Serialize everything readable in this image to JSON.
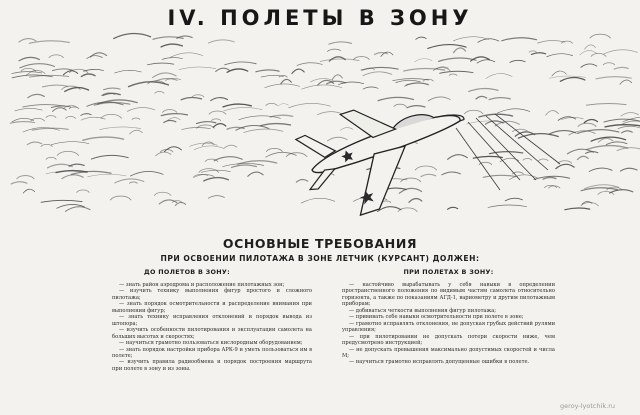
{
  "chapter": {
    "title": "IV. ПОЛЕТЫ В ЗОНУ"
  },
  "requirements": {
    "title": "ОСНОВНЫЕ ТРЕБОВАНИЯ",
    "subtitle": "ПРИ ОСВОЕНИИ ПИЛОТАЖА В ЗОНЕ ЛЕТЧИК (КУРСАНТ) ДОЛЖЕН:",
    "before": {
      "heading": "ДО ПОЛЕТОВ В ЗОНУ:",
      "items": [
        "— знать район аэродрома и расположение пилотажных зон;",
        "— изучить технику выполнения фигур простого и сложного пилотажа;",
        "— знать порядок осмотрительности и распределение внимания при выполнении фигур;",
        "— знать технику исправления отклонений и порядок вывода из штопора;",
        "— изучить особенности пилотирования и эксплуатации самолета на больших высотах и скоростях;",
        "— научиться грамотно пользоваться кислородным оборудованием;",
        "— знать порядок настройки прибора АРК-9 и уметь пользоваться им в полете;",
        "— изучить правила радиообмена и порядок построения маршрута при полете в зону и из зоны."
      ]
    },
    "during": {
      "heading": "ПРИ ПОЛЕТАХ В ЗОНУ:",
      "items": [
        "— настойчиво вырабатывать у себя навыки в определении пространственного положения по видимым частям самолета относительно горизонта, а также по показаниям АГД-1, вариометру и другим пилотажным приборам;",
        "— добиваться четкости выполнения фигур пилотажа;",
        "— прививать себе навыки осмотрительности при полете в зоне;",
        "— грамотно исправлять отклонения, не допуская грубых действий рулями управления;",
        "— при пилотировании не допускать потери скорости ниже, чем предусмотрено инструкцией;",
        "— не допускать превышения максимально допустимых скоростей и числа М;",
        "— научиться грамотно исправлять допущенные ошибки в полете."
      ]
    }
  },
  "watermark": "geroy-lyotchik.ru"
}
